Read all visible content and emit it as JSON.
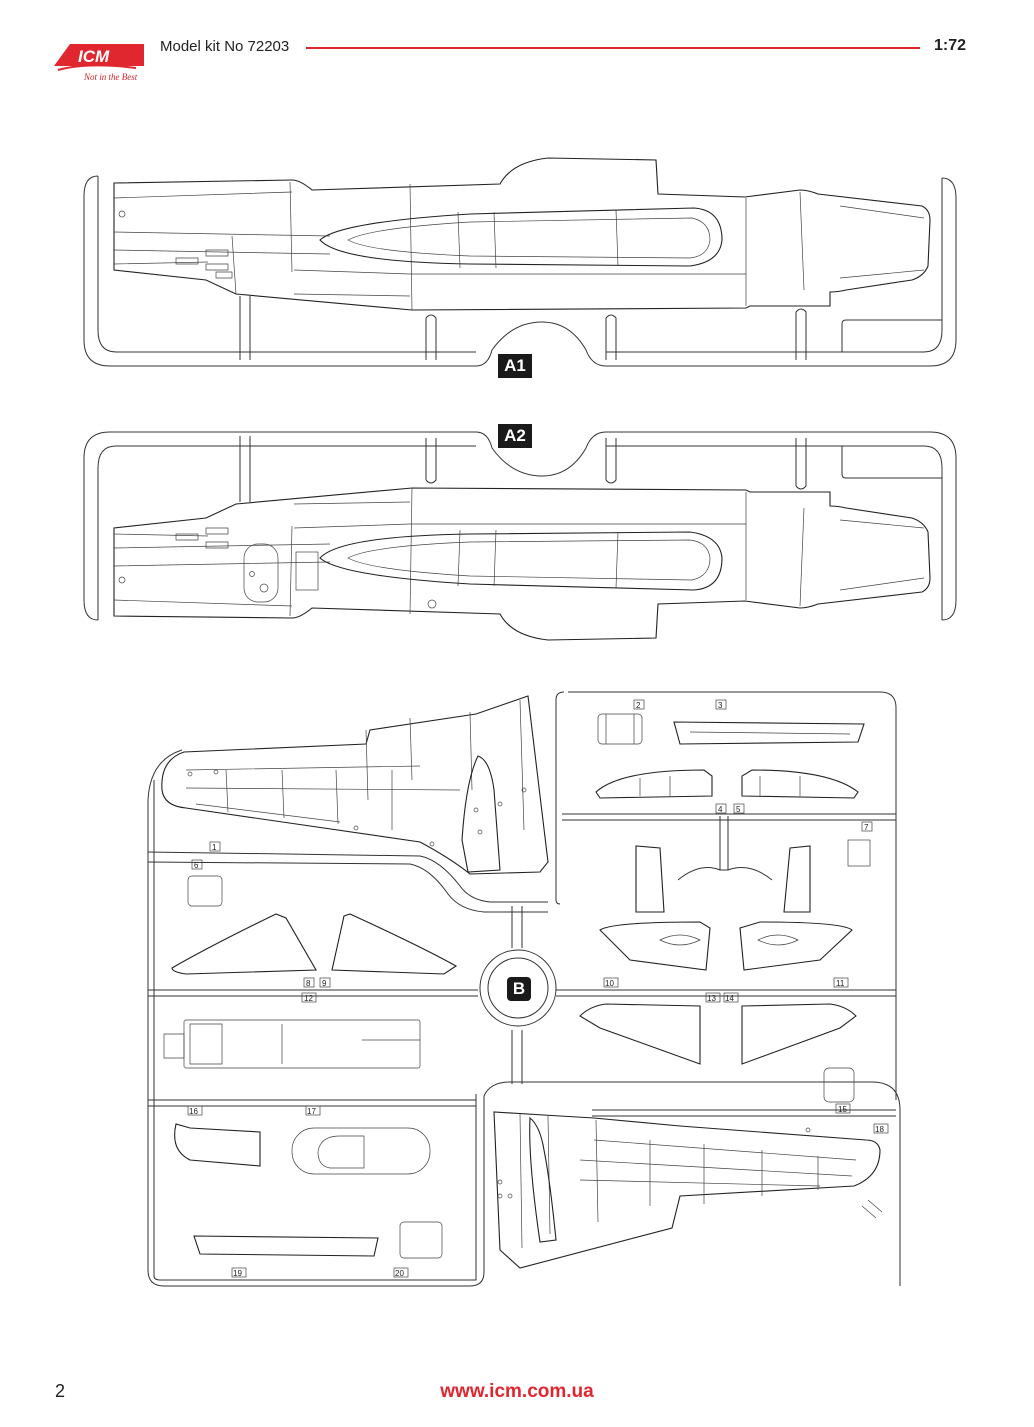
{
  "header": {
    "brand": "ICM",
    "tagline": "Not in the Best",
    "kit_title": "Model kit No 72203",
    "scale": "1:72"
  },
  "sprues": [
    {
      "label": "A1"
    },
    {
      "label": "A2"
    },
    {
      "label": "B"
    }
  ],
  "part_numbers": [
    "1",
    "2",
    "3",
    "4",
    "5",
    "6",
    "7",
    "8",
    "9",
    "10",
    "11",
    "12",
    "13",
    "14",
    "15",
    "16",
    "17",
    "18",
    "19",
    "20"
  ],
  "footer": {
    "page_number": "2",
    "website": "www.icm.com.ua"
  },
  "colors": {
    "brand_red": "#e0262e",
    "label_bg": "#1a1a1a"
  }
}
